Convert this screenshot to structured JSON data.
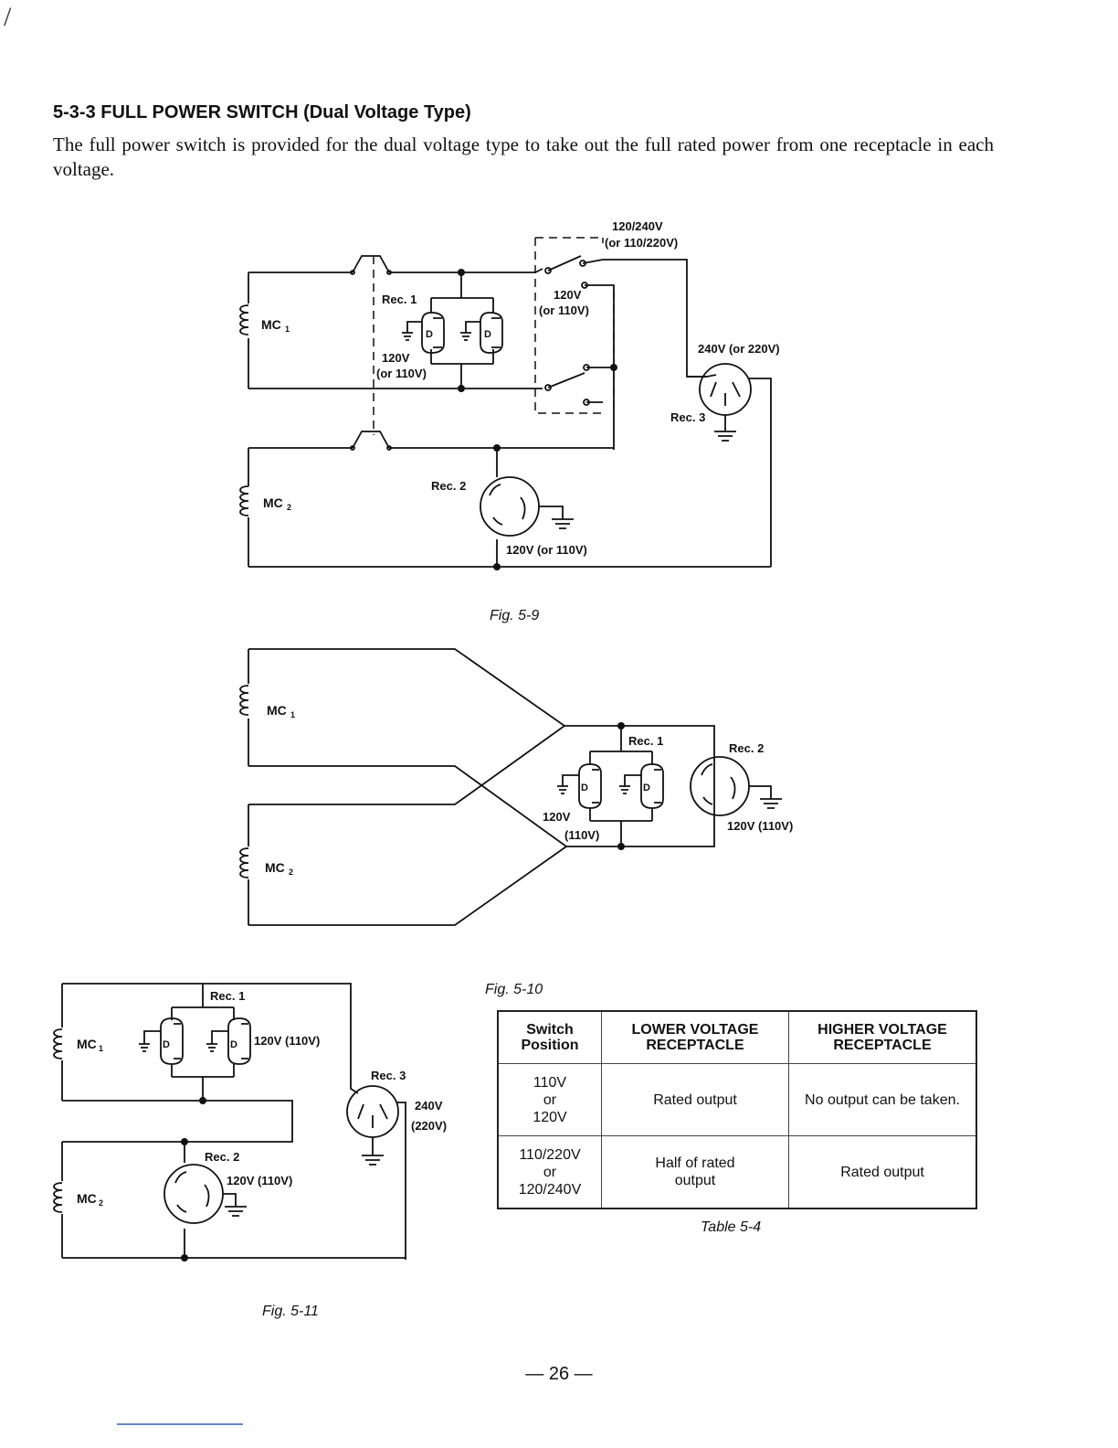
{
  "section": {
    "heading": "5-3-3 FULL POWER SWITCH (Dual Voltage Type)",
    "intro": "The full power switch is provided for the dual voltage type to take out the full rated power from one receptacle in each voltage."
  },
  "fig59": {
    "caption": "Fig. 5-9",
    "switch_label_1": "120/240V",
    "switch_label_2": "(or 110/220V)",
    "rec1": "Rec. 1",
    "rec1_v1": "120V",
    "rec1_v2": "(or 110V)",
    "sw_120": "120V",
    "sw_110": "(or 110V)",
    "rec2": "Rec. 2",
    "rec2_v": "120V (or 110V)",
    "rec3": "Rec. 3",
    "rec3_v": "240V (or 220V)",
    "mc1": "MC",
    "mc1_sub": "1",
    "mc2": "MC",
    "mc2_sub": "2",
    "d": "D"
  },
  "fig510": {
    "caption": "Fig. 5-10",
    "rec1": "Rec. 1",
    "rec2": "Rec. 2",
    "rec1_v1": "120V",
    "rec1_v2": "(110V)",
    "rec2_v": "120V (110V)",
    "mc1": "MC",
    "mc1_sub": "1",
    "mc2": "MC",
    "mc2_sub": "2",
    "d": "D"
  },
  "fig511": {
    "caption": "Fig. 5-11",
    "rec1": "Rec. 1",
    "rec1_v": "120V (110V)",
    "rec2": "Rec. 2",
    "rec2_v": "120V (110V)",
    "rec3": "Rec. 3",
    "rec3_v1": "240V",
    "rec3_v2": "(220V)",
    "mc1": "MC",
    "mc1_sub": "1",
    "mc2": "MC",
    "mc2_sub": "2",
    "d": "D"
  },
  "table54": {
    "caption": "Table 5-4",
    "headers": {
      "switch_1": "Switch",
      "switch_2": "Position",
      "lower_1": "LOWER VOLTAGE",
      "lower_2": "RECEPTACLE",
      "higher_1": "HIGHER VOLTAGE",
      "higher_2": "RECEPTACLE"
    },
    "rows": [
      {
        "pos_1": "110V",
        "pos_2": "or",
        "pos_3": "120V",
        "lower": "Rated output",
        "higher": "No output can be taken."
      },
      {
        "pos_1": "110/220V",
        "pos_2": "or",
        "pos_3": "120/240V",
        "lower_1": "Half of rated",
        "lower_2": "output",
        "higher": "Rated output"
      }
    ]
  },
  "page": {
    "number": "— 26 —",
    "mark": "/"
  }
}
